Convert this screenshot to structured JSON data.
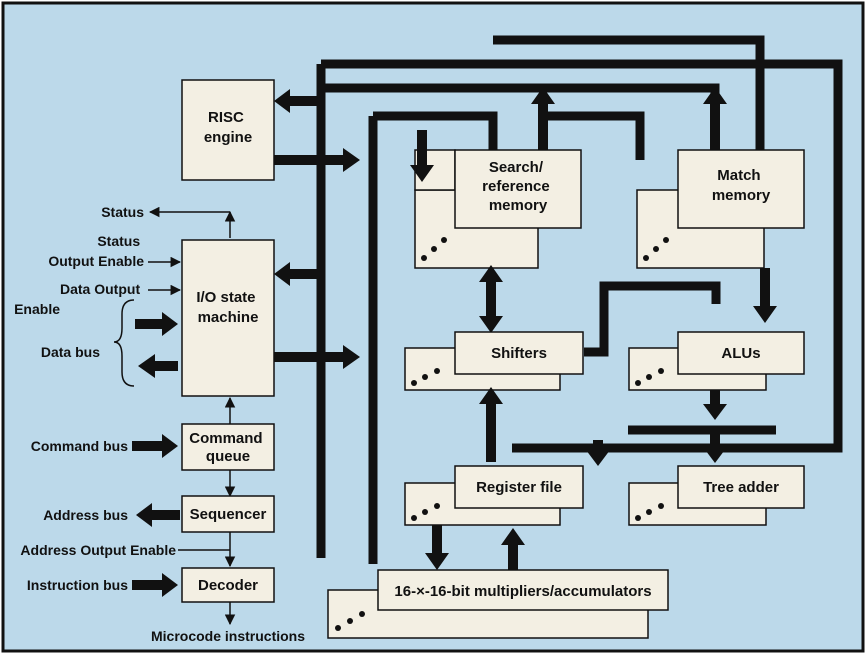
{
  "colors": {
    "background": "#bcd9ea",
    "box_fill": "#f3efe3",
    "line": "#111111",
    "border": "#111111"
  },
  "blocks": {
    "risc_engine": [
      "RISC",
      "engine"
    ],
    "io_state_machine": [
      "I/O state",
      "machine"
    ],
    "command_queue": [
      "Command",
      "queue"
    ],
    "sequencer": "Sequencer",
    "decoder": "Decoder",
    "search_reference_memory": [
      "Search/",
      "reference",
      "memory"
    ],
    "match_memory": [
      "Match",
      "memory"
    ],
    "shifters": "Shifters",
    "alus": "ALUs",
    "register_file": "Register file",
    "tree_adder": "Tree adder",
    "multipliers": "16-×-16-bit multipliers/accumulators"
  },
  "signals": {
    "status": "Status",
    "status_output_enable": [
      "Status",
      "Output Enable"
    ],
    "data_output_enable": [
      "Data Output",
      "Enable"
    ],
    "data_bus": "Data bus",
    "command_bus": "Command bus",
    "address_bus": "Address bus",
    "address_output_enable": "Address Output Enable",
    "instruction_bus": "Instruction bus",
    "microcode_instructions": "Microcode instructions"
  }
}
